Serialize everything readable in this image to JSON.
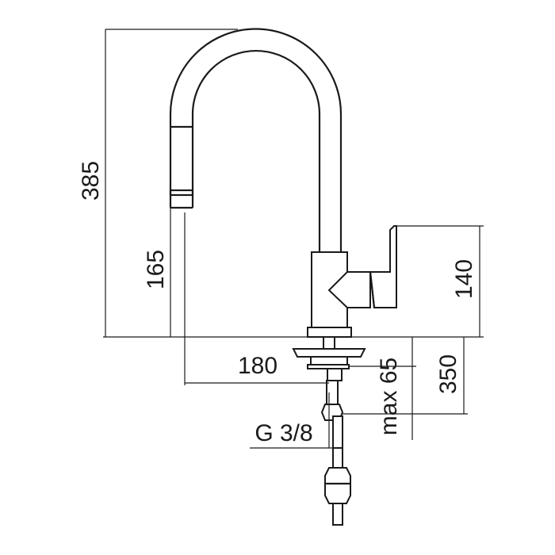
{
  "drawing": {
    "subject": "faucet",
    "dimensions": {
      "overall_height": "385",
      "spout_outlet_height": "165",
      "handle_height": "140",
      "spout_reach": "180",
      "hose_length": "350",
      "max_deck_thickness": "max 65",
      "connection_thread": "G 3/8"
    },
    "colors": {
      "line": "#1a1a1a",
      "background": "#ffffff"
    }
  }
}
